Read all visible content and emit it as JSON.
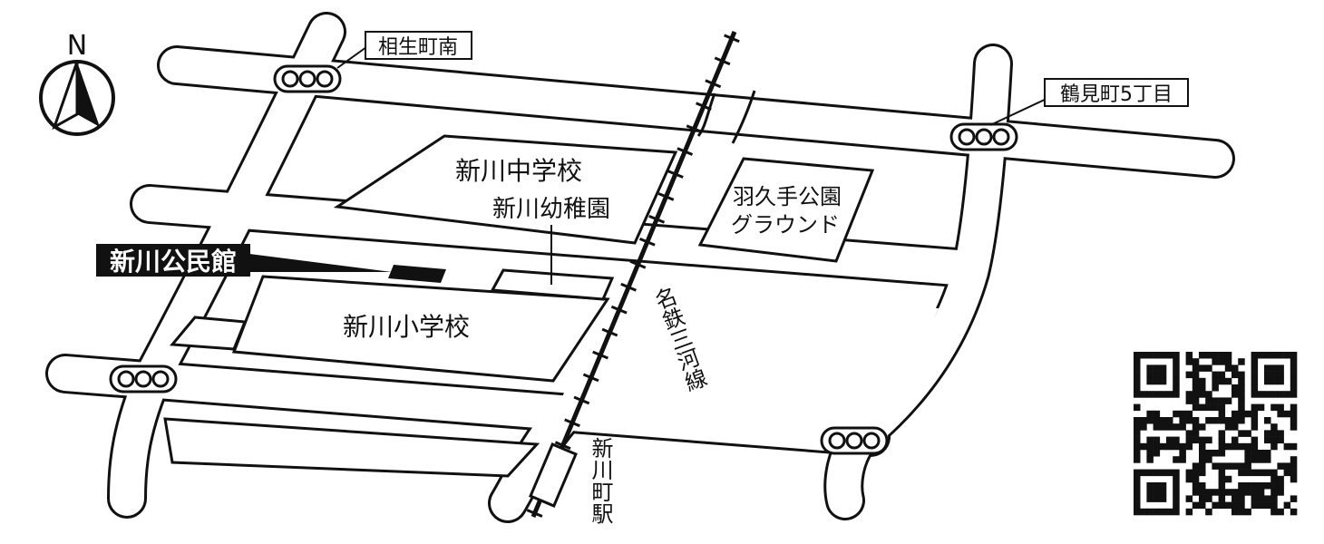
{
  "map": {
    "north": "N",
    "highlight": "新川公民館",
    "buildings": {
      "junior_high": "新川中学校",
      "kindergarten": "新川幼稚園",
      "elementary": "新川小学校",
      "park": "羽久手公園",
      "park_ground": "グラウンド"
    },
    "intersections": {
      "aioi_minami": "相生町南",
      "tsurumi": "鶴見町5丁目"
    },
    "railway": {
      "name": "名鉄三河線"
    },
    "station": {
      "name": "新川町駅"
    },
    "colors": {
      "ink": "#111111",
      "paper": "#ffffff"
    }
  }
}
